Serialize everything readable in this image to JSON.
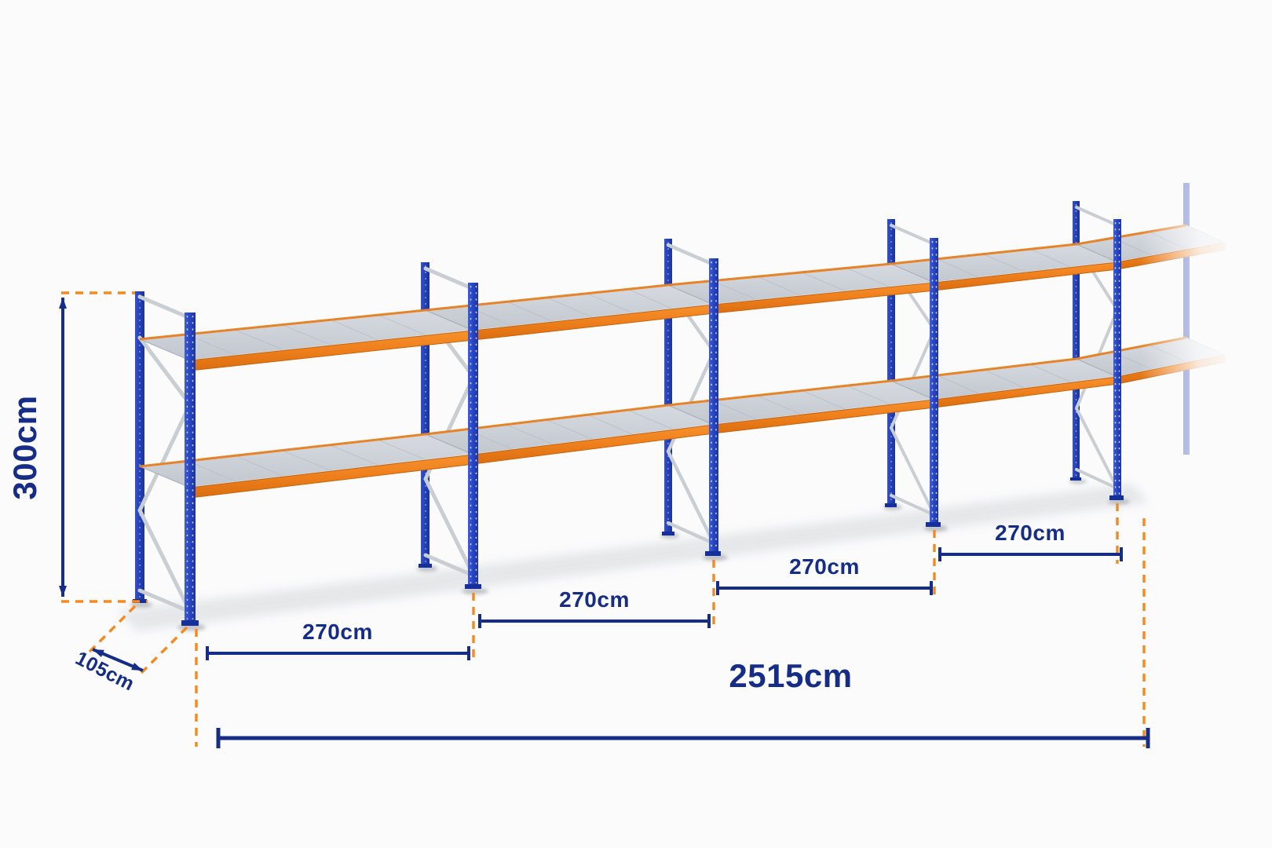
{
  "diagram": {
    "type": "isometric-product-dimension-diagram",
    "subject": "two-tier pallet racking run with 4 bays continuing off-frame",
    "labels": {
      "height": "300cm",
      "depth": "105cm",
      "bays": [
        "270cm",
        "270cm",
        "270cm",
        "270cm"
      ],
      "total": "2515cm"
    },
    "colors": {
      "annotation_navy": "#162D87",
      "extension_dash_orange": "#F6891E",
      "upright_blue": "#2A49C8",
      "beam_orange": "#EE7F1C",
      "deck_grey": "#C9CED5",
      "brace_grey": "#C9CED3",
      "background": "#FBFBFC"
    },
    "structure": {
      "deck_levels_visible": 2,
      "bays_dimensioned": 4,
      "frames_visible": 5
    }
  }
}
